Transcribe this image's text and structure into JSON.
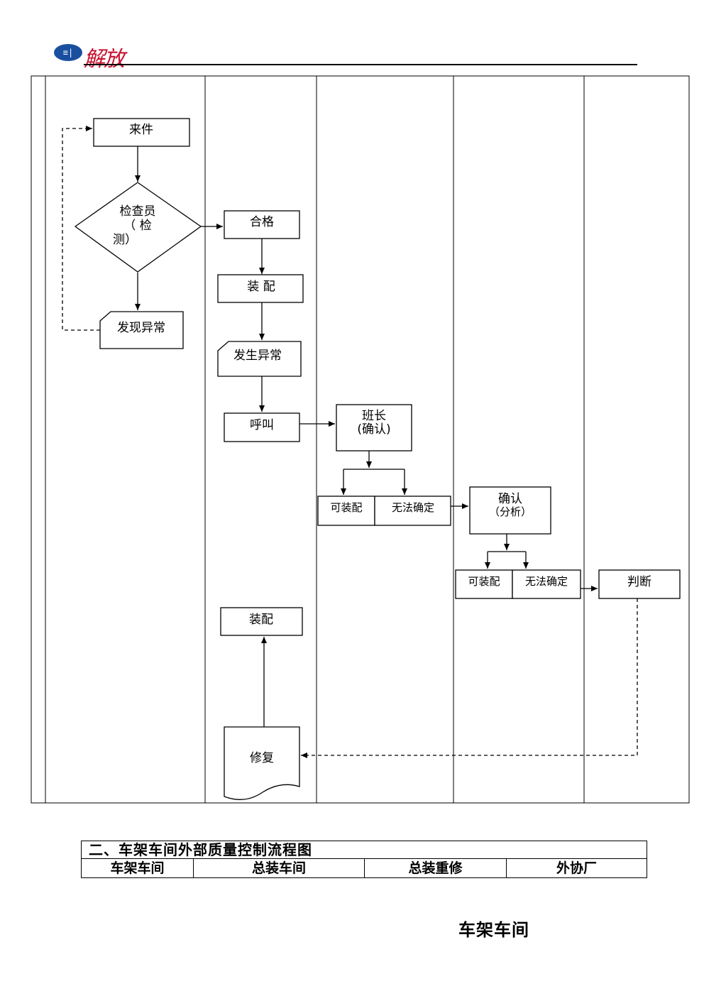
{
  "header": {
    "logo_text": "解放"
  },
  "flow": {
    "n_laijian": "来件",
    "n_jianchayuan": "检查员",
    "n_jianchayuan_2": "（    检",
    "n_jianchayuan_3": "测）",
    "n_faxian": "发现异常",
    "n_hege": "合格",
    "n_zhuangpei1": "装  配",
    "n_fasheng": "发生异常",
    "n_hujiao": "呼叫",
    "n_banzhang": "班长",
    "n_banzhang_2": "(确认)",
    "n_kezhuangpei1": "可装配",
    "n_wufa1": "无法确定",
    "n_queren": "确认",
    "n_queren_2": "（分析）",
    "n_kezhuangpei2": "可装配",
    "n_wufa2": "无法确定",
    "n_panduan": "判断",
    "n_zhuangpei2": "装配",
    "n_xiufu": "修复"
  },
  "table": {
    "title": "二、车架车间外部质量控制流程图",
    "columns": [
      "车架车间",
      "总装车间",
      "总装重修",
      "外协厂"
    ]
  },
  "bottom_title": "车架车间"
}
